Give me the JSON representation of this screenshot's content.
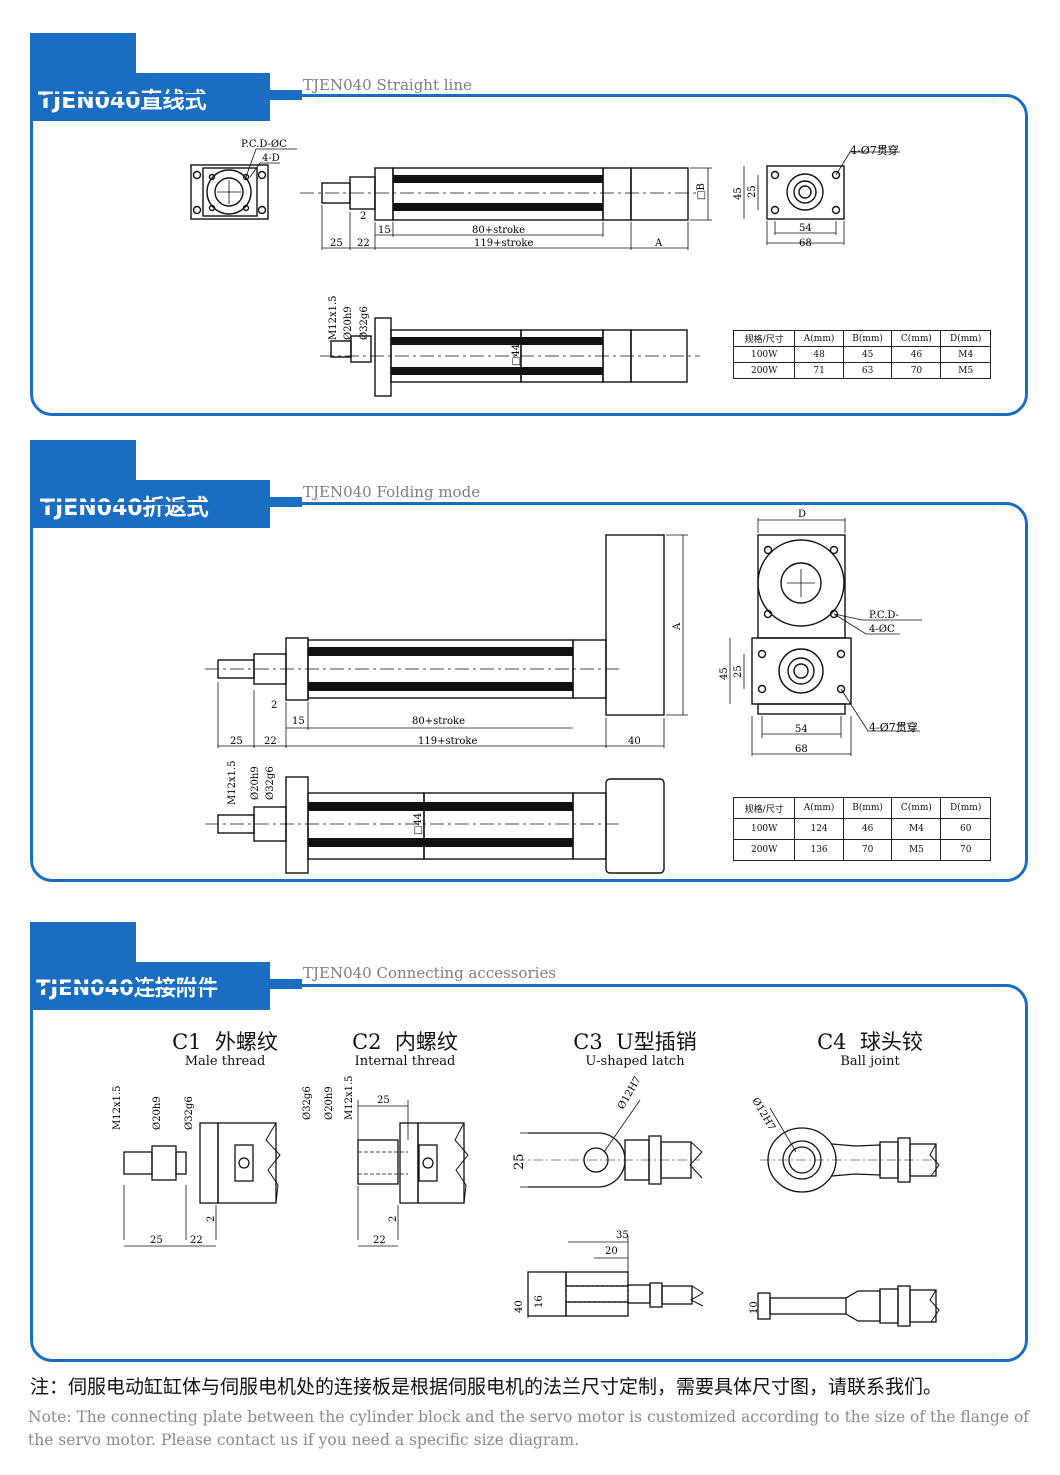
{
  "sections": [
    {
      "title": "TJEN040直线式",
      "subtitle": "TJEN040 Straight line",
      "drawing_labels": {
        "pcd": "P.C.D-ØC",
        "holes4": "4-D",
        "through": "4-Ø7贯穿",
        "thread": "M12x1.5",
        "d20": "Ø20h9",
        "d32": "Ø32g6",
        "sq": "□44",
        "sqb": "□B",
        "d2": "2",
        "d15": "15",
        "d25": "25",
        "d22": "22",
        "stroke80": "80+stroke",
        "stroke119": "119+stroke",
        "dimA": "A",
        "d45": "45",
        "d25b": "25",
        "d54": "54",
        "d68": "68"
      },
      "table": {
        "headers": [
          "规格/尺寸",
          "A(mm)",
          "B(mm)",
          "C(mm)",
          "D(mm)"
        ],
        "rows": [
          [
            "100W",
            "48",
            "45",
            "46",
            "M4"
          ],
          [
            "200W",
            "71",
            "63",
            "70",
            "M5"
          ]
        ]
      }
    },
    {
      "title": "TJEN040折返式",
      "subtitle": "TJEN040 Folding mode",
      "drawing_labels": {
        "dimD": "D",
        "dimA": "A",
        "pcd": "P.C.D-",
        "holesC": "4-ØC",
        "through": "4-Ø7贯穿",
        "d45": "45",
        "d25": "25",
        "d54": "54",
        "d68": "68",
        "d2": "2",
        "d15": "15",
        "d25b": "25",
        "d22": "22",
        "stroke80": "80+stroke",
        "stroke119": "119+stroke",
        "d40": "40",
        "thread": "M12x1.5",
        "d20": "Ø20h9",
        "d32": "Ø32g6",
        "sq": "□44"
      },
      "table": {
        "headers": [
          "规格/尺寸",
          "A(mm)",
          "B(mm)",
          "C(mm)",
          "D(mm)"
        ],
        "rows": [
          [
            "100W",
            "124",
            "46",
            "M4",
            "60"
          ],
          [
            "200W",
            "136",
            "70",
            "M5",
            "70"
          ]
        ]
      }
    },
    {
      "title": "TJEN040连接附件",
      "subtitle": "TJEN040 Connecting accessories",
      "accessories": [
        {
          "code": "C1",
          "name": "外螺纹",
          "en": "Male thread"
        },
        {
          "code": "C2",
          "name": "内螺纹",
          "en": "Internal thread"
        },
        {
          "code": "C3",
          "name": "U型插销",
          "en": "U-shaped latch"
        },
        {
          "code": "C4",
          "name": "球头铰",
          "en": "Ball joint"
        }
      ],
      "drawing_labels": {
        "thread": "M12x1.5",
        "d20": "Ø20h9",
        "d32": "Ø32g6",
        "d25": "25",
        "d22": "22",
        "d2": "2",
        "d25c2": "25",
        "d22c2": "22",
        "c3_d12": "Ø12H7",
        "c3_25": "25",
        "c3_35": "35",
        "c3_20": "20",
        "c3_40": "40",
        "c3_16": "16",
        "c4_d12": "Ø12H7",
        "c4_10": "10"
      }
    }
  ],
  "note_cn": "注：伺服电动缸缸体与伺服电机处的连接板是根据伺服电机的法兰尺寸定制，需要具体尺寸图，请联系我们。",
  "note_en": "Note: The connecting plate between the cylinder block and the servo motor is customized according to the size of the flange of the servo motor. Please contact us if you need a specific size diagram.",
  "colors": {
    "accent": "#1a6ec2",
    "subtitle_gray": "#7d7d7d"
  }
}
